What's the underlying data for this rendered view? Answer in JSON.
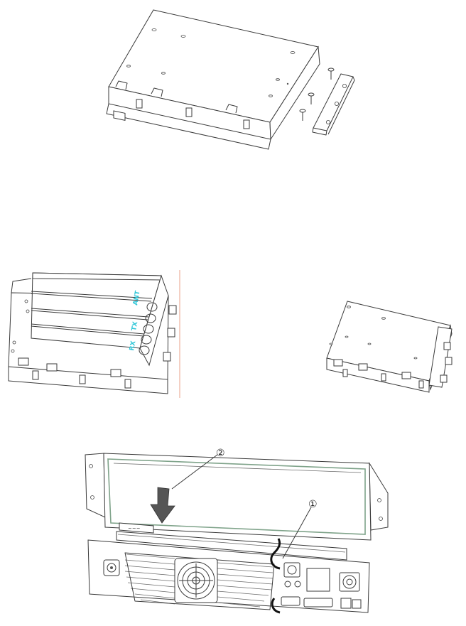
{
  "figure": {
    "callouts": [
      {
        "id": "callout-1",
        "label": "①"
      },
      {
        "id": "callout-2",
        "label": "②"
      }
    ],
    "duplexer_labels": [
      "ANT",
      "TX",
      "RX"
    ],
    "colors": {
      "line": "#3a3a3a",
      "separator": "#e8a08a",
      "label_cyan": "#31c7d8",
      "panel_green": "#7fa38a",
      "arrow_gray": "#555555"
    }
  }
}
